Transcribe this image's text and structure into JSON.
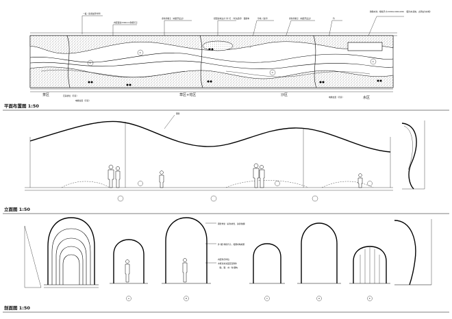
{
  "titles": {
    "plan": "平面布置图  1:50",
    "elevation": "立面图  1:50",
    "section": "剖面图  1:50"
  },
  "plan_zones": [
    "茶区",
    "草区+花区",
    "沙区",
    "水区"
  ],
  "plan_circle_marks": [
    "①",
    "②",
    "③",
    "④"
  ],
  "plan_callouts": [
    "一般（家用坐凳竹竿）",
    "内配置遮2300mm防晒灯子",
    "金色竹帽子（内脂节盖过）",
    "搭配彩布边大“半”灯 （半头起伏）  跟桥布",
    "草地（真草）",
    "金色竹帽子（内脂节盖过）",
    "竹",
    "微微水池，规格尺寸(2000x1000x200) （面为水系统，之所虫为水帽）"
  ],
  "plan_bottom_labels": [
    "石英桥位（示意）",
    "电箱位置（示意）",
    "电箱位置（示意）"
  ],
  "elevation_callout": "钢管",
  "section_callouts": [
    "钢管骨架（彩色材管、涂漆色棚）",
    "外“藏”绿色竹子，和钢材构成框",
    "内配件示样位",
    "木框架支架固定及附件",
    "（铁、钢、木）件/钢构"
  ],
  "section_markers": [
    "A",
    "B",
    "C",
    "D",
    "E"
  ],
  "colors": {
    "ink": "#000000",
    "paper": "#ffffff",
    "gravel": "#cfcfcf"
  }
}
